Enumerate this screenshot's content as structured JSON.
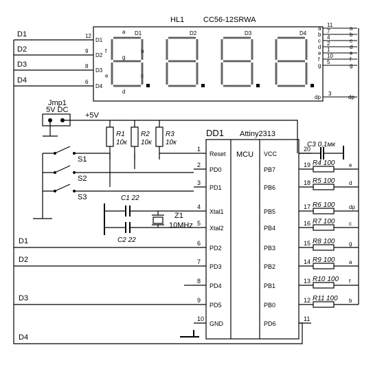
{
  "display": {
    "ref": "HL1",
    "part": "CC56-12SRWA",
    "digit_labels": [
      "D1",
      "D2",
      "D3",
      "D4"
    ],
    "left_pins": [
      {
        "label": "D1",
        "num": "12"
      },
      {
        "label": "D2",
        "num": "9"
      },
      {
        "label": "D3",
        "num": "8"
      },
      {
        "label": "D4",
        "num": "6"
      }
    ],
    "right_pins": [
      {
        "num": "11",
        "letter": "a"
      },
      {
        "num": "7",
        "letter": "b"
      },
      {
        "num": "4",
        "letter": "c"
      },
      {
        "num": "2",
        "letter": "d"
      },
      {
        "num": "1",
        "letter": "e"
      },
      {
        "num": "10",
        "letter": "f"
      },
      {
        "num": "5",
        "letter": "g"
      }
    ],
    "dp_pin": {
      "num": "3",
      "label": "dp",
      "letter": "dp"
    },
    "segment_letters": [
      "a",
      "b",
      "c",
      "d",
      "e",
      "f",
      "g"
    ]
  },
  "nets": {
    "left_labels": [
      "D1",
      "D2",
      "D3",
      "D4"
    ],
    "bottom_labels": [
      "D1",
      "D2",
      "D3",
      "D4"
    ],
    "right_letters": [
      "e",
      "d",
      "dp",
      "c",
      "g",
      "a",
      "f",
      "b"
    ]
  },
  "power": {
    "jumper": "Jmp1",
    "jumper_desc": "5V DC",
    "vcc": "+5V"
  },
  "switches": [
    "S1",
    "S2",
    "S3"
  ],
  "pullups": [
    {
      "ref": "R1",
      "value": "10к"
    },
    {
      "ref": "R2",
      "value": "10к"
    },
    {
      "ref": "R3",
      "value": "10к"
    }
  ],
  "crystal": {
    "ref": "Z1",
    "value": "10MHz"
  },
  "caps": [
    {
      "ref": "C1",
      "value": "22"
    },
    {
      "ref": "C2",
      "value": "22"
    },
    {
      "ref": "C3",
      "value": "0,1мк"
    }
  ],
  "mcu": {
    "ref": "DD1",
    "part": "Attiny2313",
    "core": "MCU",
    "left_pins": [
      {
        "num": "1",
        "name": "Reset"
      },
      {
        "num": "2",
        "name": "PD0"
      },
      {
        "num": "3",
        "name": "PD1"
      },
      {
        "num": "4",
        "name": "Xtal1"
      },
      {
        "num": "5",
        "name": "Xtal2"
      },
      {
        "num": "6",
        "name": "PD2"
      },
      {
        "num": "7",
        "name": "PD3"
      },
      {
        "num": "8",
        "name": "PD4"
      },
      {
        "num": "9",
        "name": "PD5"
      },
      {
        "num": "10",
        "name": "GND"
      }
    ],
    "right_pins": [
      {
        "num": "20",
        "name": "VCC"
      },
      {
        "num": "19",
        "name": "PB7"
      },
      {
        "num": "18",
        "name": "PB6"
      },
      {
        "num": "17",
        "name": "PB5"
      },
      {
        "num": "16",
        "name": "PB4"
      },
      {
        "num": "15",
        "name": "PB3"
      },
      {
        "num": "14",
        "name": "PB2"
      },
      {
        "num": "13",
        "name": "PB1"
      },
      {
        "num": "12",
        "name": "PB0"
      },
      {
        "num": "11",
        "name": "PD6"
      }
    ]
  },
  "segment_resistors": [
    {
      "ref": "R4",
      "value": "100"
    },
    {
      "ref": "R5",
      "value": "100"
    },
    {
      "ref": "R6",
      "value": "100"
    },
    {
      "ref": "R7",
      "value": "100"
    },
    {
      "ref": "R8",
      "value": "100"
    },
    {
      "ref": "R9",
      "value": "100"
    },
    {
      "ref": "R10",
      "value": "100"
    },
    {
      "ref": "R11",
      "value": "100"
    }
  ]
}
